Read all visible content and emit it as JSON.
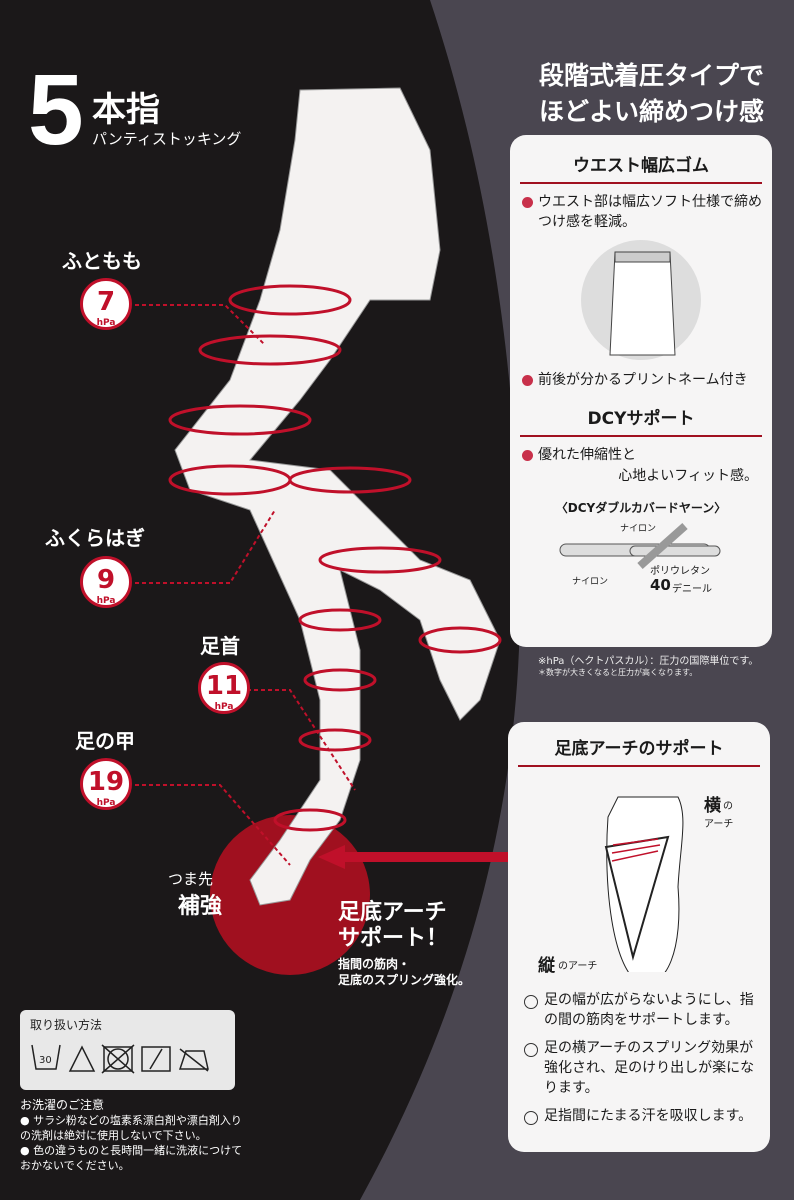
{
  "brand": {
    "number": "5",
    "title": "本指",
    "subtitle": "パンティストッキング"
  },
  "pressure_points": [
    {
      "label": "ふともも",
      "value": "7",
      "unit": "hPa"
    },
    {
      "label": "ふくらはぎ",
      "value": "9",
      "unit": "hPa"
    },
    {
      "label": "足首",
      "value": "11",
      "unit": "hPa"
    },
    {
      "label": "足の甲",
      "value": "19",
      "unit": "hPa"
    }
  ],
  "toe": {
    "line1": "つま先",
    "line2": "補強"
  },
  "arch_callout": {
    "title1": "足底アーチ",
    "title2": "サポート！",
    "desc1": "指間の筋肉・",
    "desc2": "足底のスプリング強化。"
  },
  "headline": {
    "line1": "段階式着圧タイプで",
    "line2": "ほどよい締めつけ感"
  },
  "waist_card": {
    "title": "ウエスト幅広ゴム",
    "bullet1": "ウエスト部は幅広ソフト仕様で締めつけ感を軽減。",
    "bullet2": "前後が分かるプリントネーム付き",
    "dcy_title": "DCYサポート",
    "dcy_bullet_line1": "優れた伸縮性と",
    "dcy_bullet_line2": "心地よいフィット感。",
    "yarn_title": "〈DCYダブルカバードヤーン〉",
    "yarn_nylon1": "ナイロン",
    "yarn_nylon2": "ナイロン",
    "yarn_poly": "ポリウレタン",
    "yarn_denier": "40",
    "yarn_denier_unit": "デニール"
  },
  "notes": {
    "hpa": "※hPa（ヘクトパスカル）：圧力の国際単位です。",
    "higher": "＊数字が大きくなると圧力が高くなります。"
  },
  "arch_card": {
    "title": "足底アーチのサポート",
    "yoko": "横",
    "yoko_sub": "の",
    "yoko_arch": "アーチ",
    "tate": "縦",
    "tate_arch": "のアーチ",
    "points": [
      "足の幅が広がらないようにし、指の間の筋肉をサポートします。",
      "足の横アーチのスプリング効果が強化され、足のけり出しが楽になります。",
      "足指間にたまる汗を吸収します。"
    ]
  },
  "care": {
    "title": "取り扱い方法",
    "wash_temp": "30"
  },
  "wash_notes": {
    "title": "お洗濯のご注意",
    "items": [
      "サラシ粉などの塩素系漂白剤や漂白剤入りの洗剤は絶対に使用しないで下さい。",
      "色の違うものと長時間一緒に洗液につけておかないでください。"
    ]
  },
  "colors": {
    "accent": "#c0102a",
    "left_bg": "#1b1819",
    "right_bg": "#4a4650"
  }
}
